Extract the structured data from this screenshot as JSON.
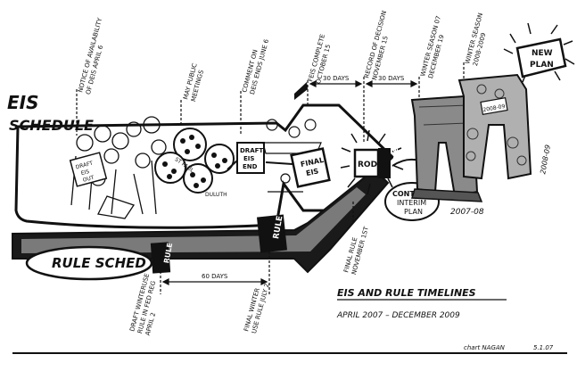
{
  "title": {
    "main": "EIS AND RULE TIMELINES",
    "range": "APRIL 2007 – DECEMBER 2009"
  },
  "labels": {
    "eis_schedule": [
      "EIS",
      "SCHEDULE"
    ],
    "rule_sched": "RULE SCHED",
    "new_plan": [
      "NEW",
      "PLAN"
    ],
    "continue_interim": [
      "CONTINUE",
      "INTERIM",
      "PLAN"
    ],
    "rod": "ROD",
    "rule_tag": "RULE",
    "draft_eis_out": [
      "DRAFT",
      "EIS",
      "OUT"
    ],
    "draft_eis_end": [
      "DRAFT",
      "EIS",
      "END"
    ],
    "final_eis": [
      "FINAL",
      "EIS"
    ],
    "st_paul": "ST PAUL",
    "duluth": "DULUTH"
  },
  "milestones_top": [
    {
      "lines": [
        "NOTICE OF AVAILABILITY",
        "OF DEIS APRIL 6"
      ]
    },
    {
      "lines": [
        "MAY PUBLIC",
        "MEETINGS"
      ]
    },
    {
      "lines": [
        "COMMENT ON",
        "DEIS ENDS JUNE 6"
      ]
    },
    {
      "lines": [
        "FEIS COMPLETE",
        "OCTOBER 15"
      ]
    },
    {
      "lines": [
        "RECORD OF DECISION",
        "NOVEMBER 15"
      ]
    },
    {
      "lines": [
        "WINTER SEASON 07",
        "DECEMBER 19"
      ]
    },
    {
      "lines": [
        "WINTER SEASON",
        "2008-2009"
      ]
    }
  ],
  "milestones_bottom": [
    {
      "lines": [
        "DRAFT WINTERUSE",
        "RULE IN FED REG",
        "APRIL 2"
      ]
    },
    {
      "lines": [
        "FINAL WINTER",
        "USE RULE JULY 2"
      ]
    },
    {
      "lines": [
        "FINAL RULE",
        "NOVEMBER 1ST"
      ]
    }
  ],
  "intervals": {
    "fifteen_a": "30 DAYS",
    "fifteen_b": "30 DAYS",
    "sixty": "60 DAYS"
  },
  "season_labels": {
    "arch_2007": "2007-08",
    "arch_2008": "2008-09",
    "sign_2008": "2008-09"
  },
  "footer": {
    "credit": "chart  NAGAN",
    "date": "5.1.07"
  }
}
